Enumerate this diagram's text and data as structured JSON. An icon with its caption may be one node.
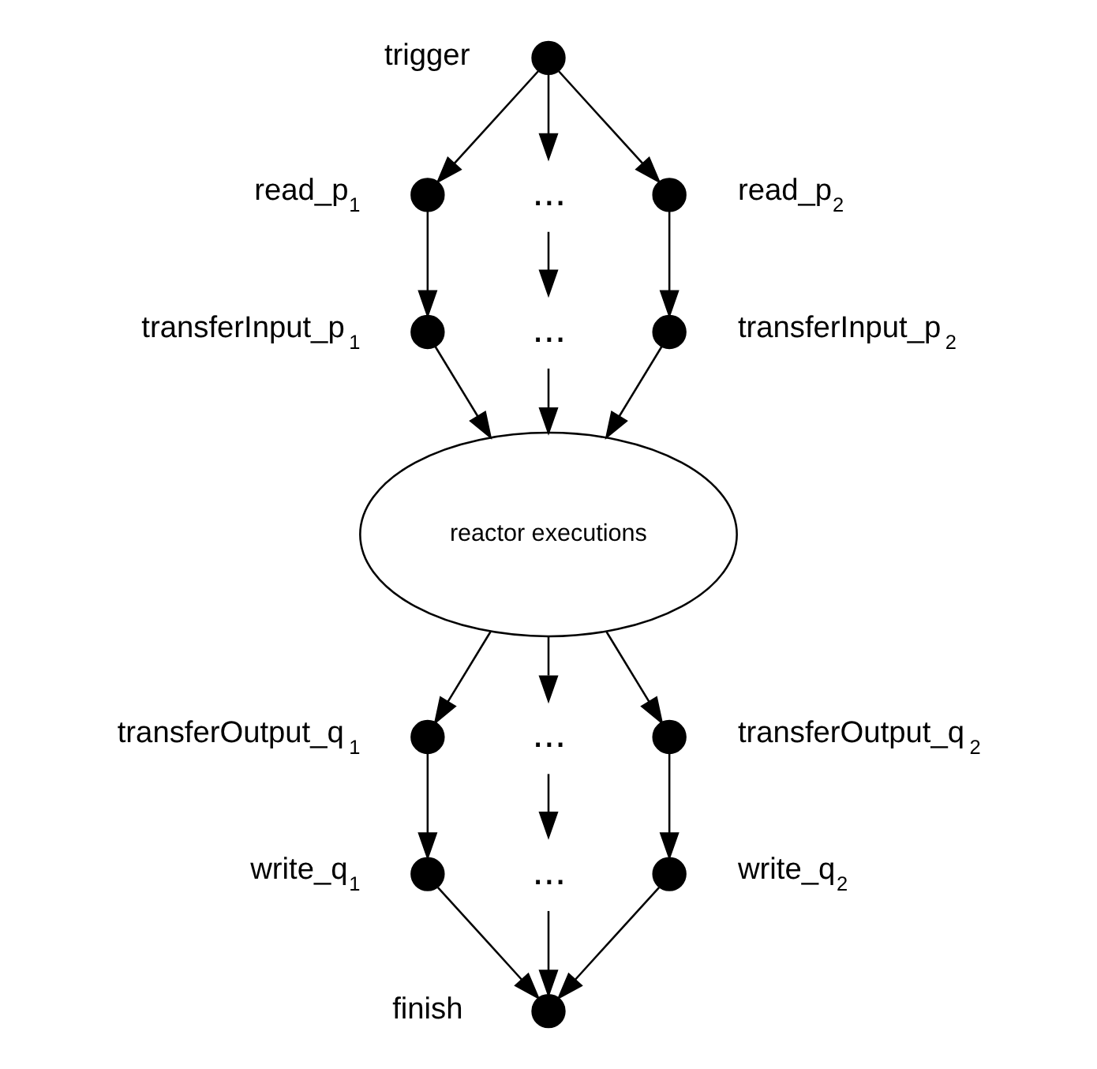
{
  "diagram": {
    "nodes": [
      {
        "text": [],
        "shape": "circle",
        "beside": [
          "trigger"
        ]
      },
      {
        "text": [],
        "shape": "circle",
        "beside": [
          "read_p$_{1}$"
        ]
      },
      {
        "text": [
          "..."
        ]
      },
      {
        "text": [],
        "shape": "circle",
        "beside": [
          "read_p$_{2}$"
        ]
      },
      {
        "text": [],
        "shape": "circle",
        "beside": [
          "transferInput_p$_{1}$"
        ]
      },
      {
        "text": [
          "..."
        ]
      },
      {
        "text": [],
        "shape": "circle",
        "beside": [
          "transferInput_p$_{2}$"
        ]
      },
      {
        "text": [
          "reactor executions"
        ]
      },
      {
        "text": [],
        "shape": "circle",
        "beside": [
          "transferOutput_q$_{1}$"
        ]
      },
      {
        "text": [
          "..."
        ]
      },
      {
        "text": [],
        "shape": "circle",
        "beside": [
          "transferOutput_q$_{2}$"
        ]
      },
      {
        "text": [],
        "shape": "circle",
        "beside": [
          "write_q$_{1}$"
        ]
      },
      {
        "text": [
          "..."
        ]
      },
      {
        "text": [],
        "shape": "circle",
        "beside": [
          "write_q$_{2}$"
        ]
      },
      {
        "text": [],
        "shape": "circle",
        "beside": [
          "finish"
        ]
      }
    ],
    "edges": [
      {
        "from": 0,
        "to": 1,
        "arrow": "to"
      },
      {
        "from": 0,
        "to": 2,
        "arrow": "to"
      },
      {
        "from": 0,
        "to": 3,
        "arrow": "to"
      },
      {
        "from": 1,
        "to": 4,
        "arrow": "to"
      },
      {
        "from": 2,
        "to": 5,
        "arrow": "to"
      },
      {
        "from": 3,
        "to": 6,
        "arrow": "to"
      },
      {
        "from": 4,
        "to": 7,
        "arrow": "to"
      },
      {
        "from": 5,
        "to": 7,
        "arrow": "to"
      },
      {
        "from": 6,
        "to": 7,
        "arrow": "to"
      },
      {
        "from": 7,
        "to": 8,
        "arrow": "to"
      },
      {
        "from": 7,
        "to": 9,
        "arrow": "to"
      },
      {
        "from": 7,
        "to": 10,
        "arrow": "to"
      },
      {
        "from": 8,
        "to": 11,
        "arrow": "to"
      },
      {
        "from": 9,
        "to": 12,
        "arrow": "to"
      },
      {
        "from": 10,
        "to": 13,
        "arrow": "to"
      },
      {
        "from": 11,
        "to": 14,
        "arrow": "to"
      },
      {
        "from": 12,
        "to": 14,
        "arrow": "to"
      },
      {
        "from": 13,
        "to": 14,
        "arrow": "to"
      }
    ]
  }
}
